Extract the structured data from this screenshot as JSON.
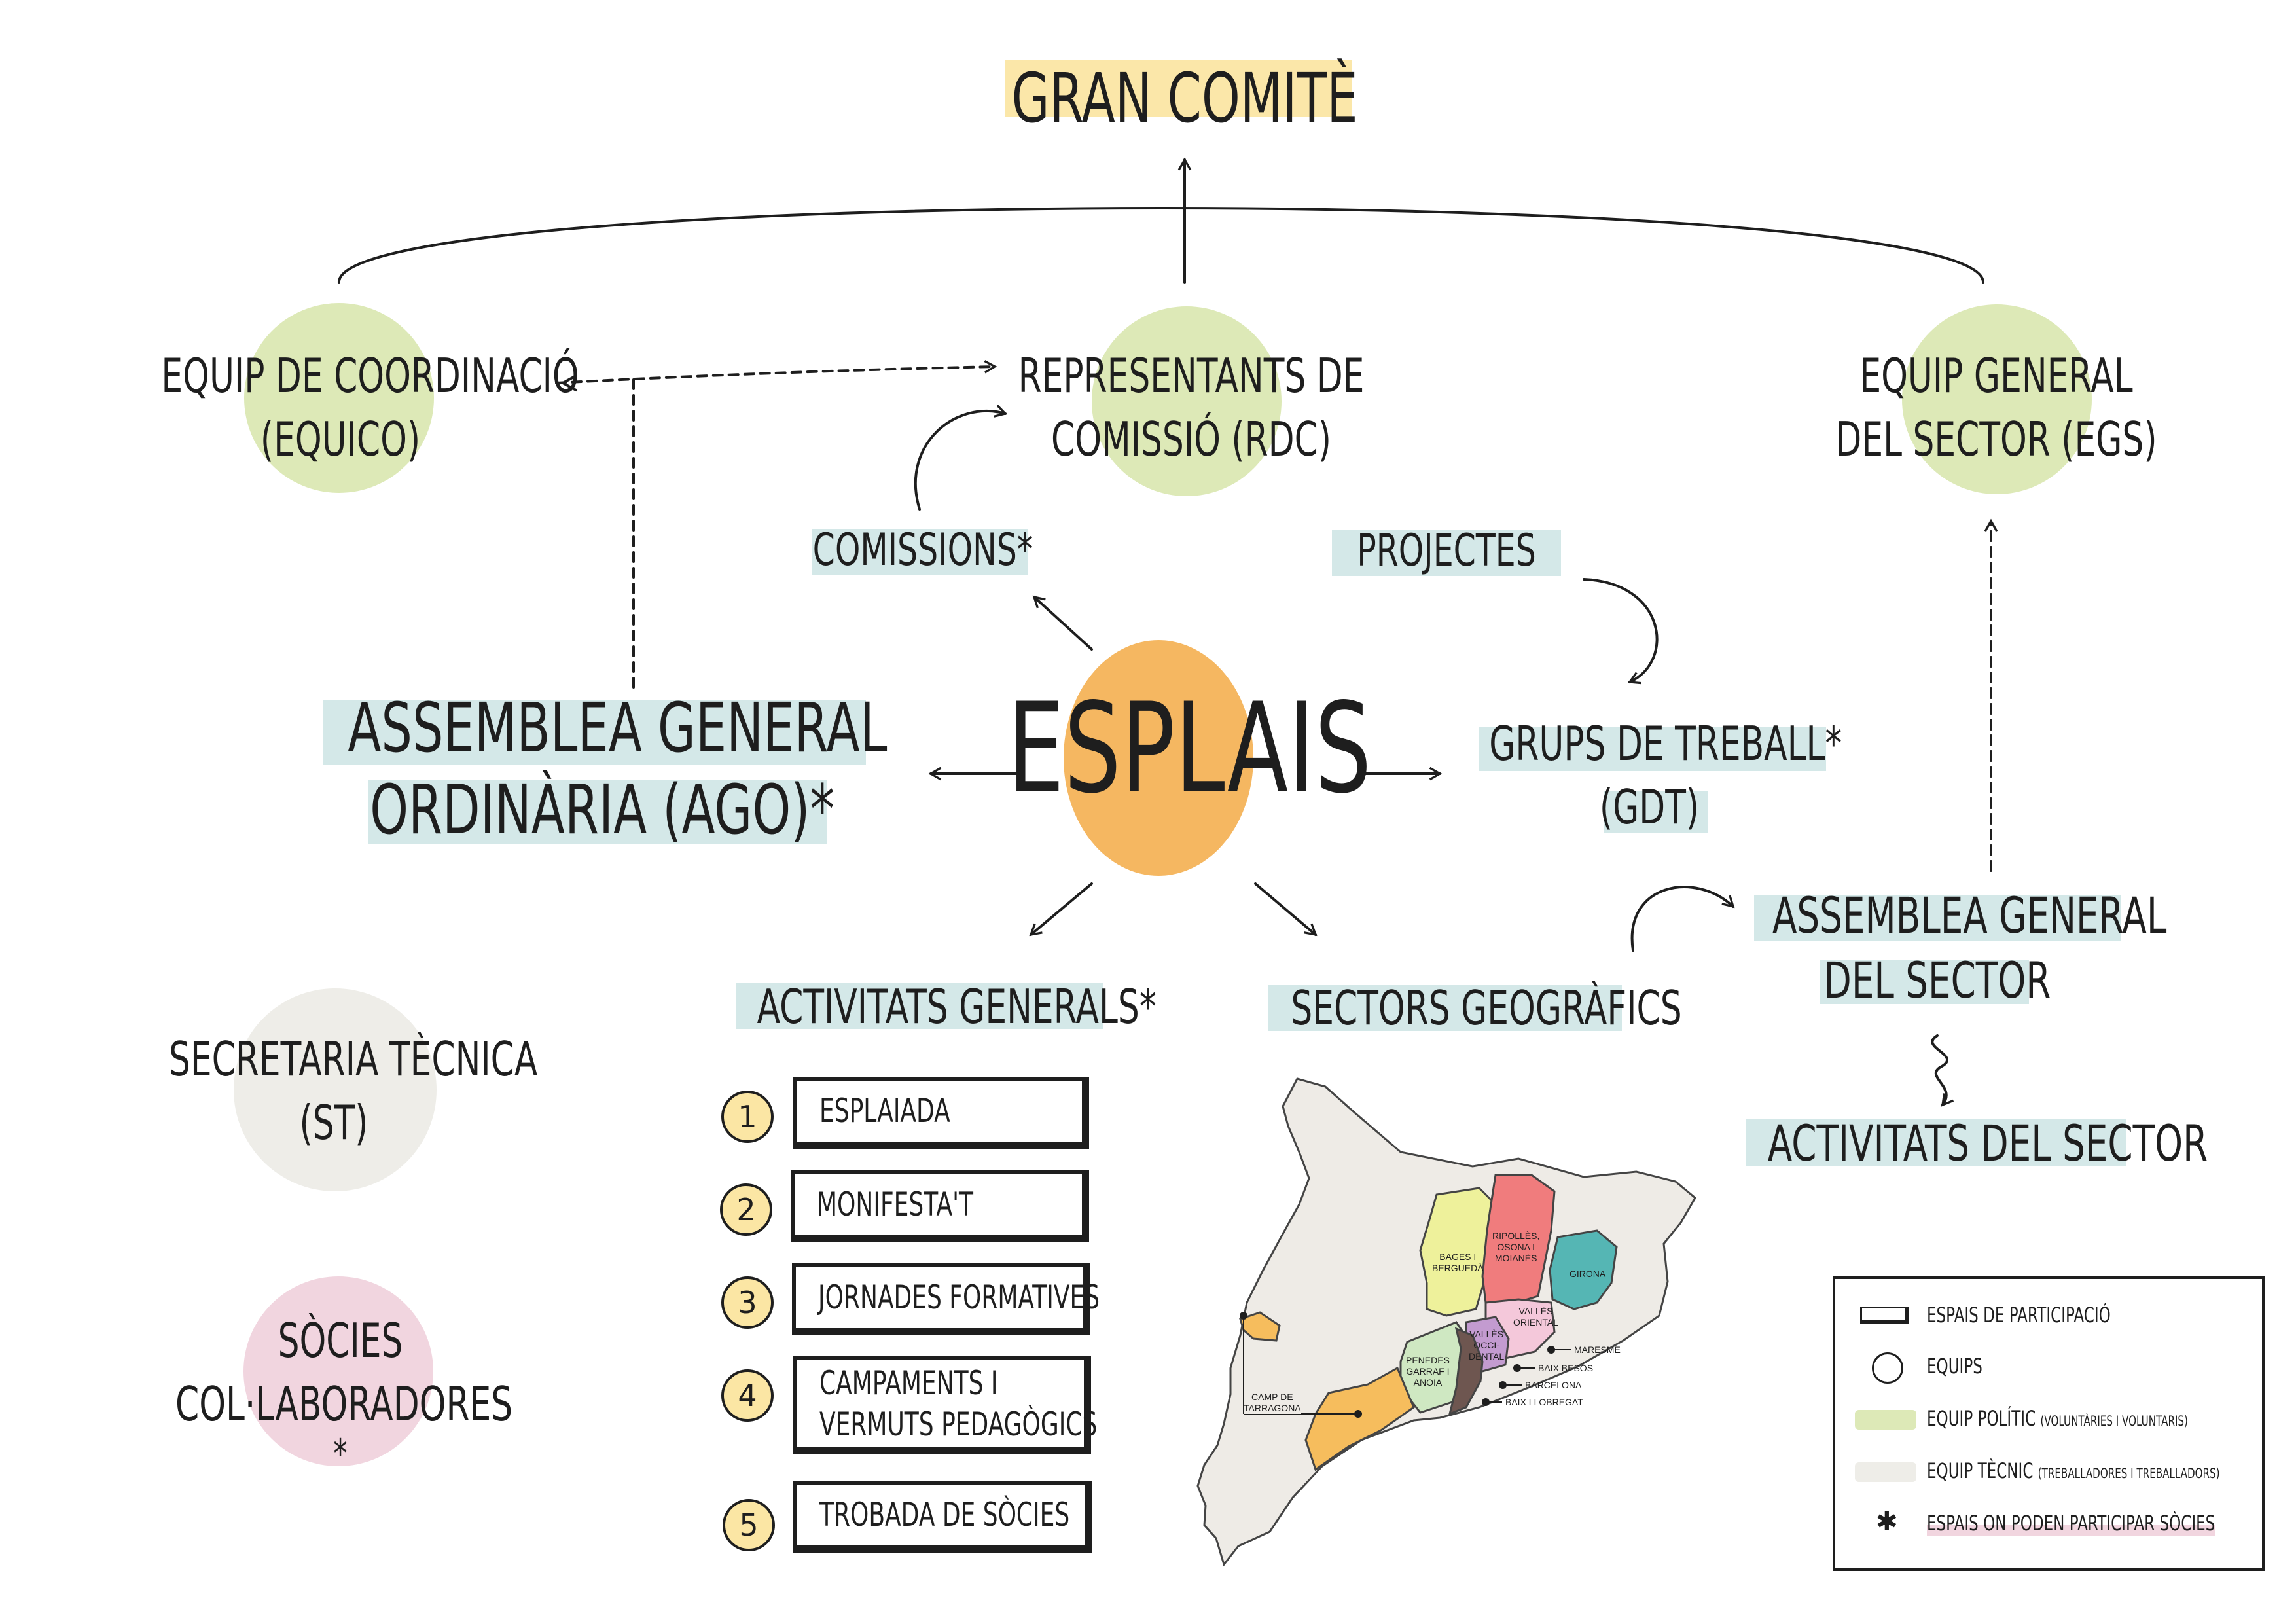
{
  "title": "GRAN COMITÈ",
  "center": "ESPLAIS",
  "teams": {
    "equico": [
      "EQUIP DE COORDINACIÓ",
      "(EQUICO)"
    ],
    "rdc": [
      "REPRESENTANTS DE",
      "COMISSIÓ (RDC)"
    ],
    "egs": [
      "EQUIP GENERAL",
      "DEL SECTOR (EGS)"
    ],
    "st": [
      "SECRETARIA TÈCNICA",
      "(ST)"
    ],
    "socies": [
      "SÒCIES",
      "COL·LABORADORES"
    ],
    "socies_mark": "*"
  },
  "spaces": {
    "comissions": "COMISSIONS*",
    "projectes": "PROJECTES",
    "ago": [
      "ASSEMBLEA GENERAL",
      "ORDINÀRIA (AGO)*"
    ],
    "gdt": [
      "GRUPS DE TREBALL*",
      "(GDT)"
    ],
    "activitats_generals": "ACTIVITATS GENERALS*",
    "sectors": "SECTORS GEOGRÀFICS",
    "assemblea_sector": [
      "ASSEMBLEA GENERAL",
      "DEL SECTOR"
    ],
    "activitats_sector": "ACTIVITATS DEL SECTOR"
  },
  "activities": [
    {
      "num": "1",
      "label": "ESPLAIADA"
    },
    {
      "num": "2",
      "label": "MONIFESTA'T"
    },
    {
      "num": "3",
      "label": "JORNADES FORMATIVES"
    },
    {
      "num": "4",
      "label": "CAMPAMENTS I",
      "label2": "VERMUTS PEDAGÒGICS"
    },
    {
      "num": "5",
      "label": "TROBADA DE SÒCIES"
    }
  ],
  "map_labels": {
    "bages": [
      "BAGES I",
      "BERGUEDÀ"
    ],
    "ripolles": [
      "RIPOLLÈS,",
      "OSONA I",
      "MOIANÈS"
    ],
    "girona": "GIRONA",
    "valles_oriental": [
      "VALLÈS",
      "ORIENTAL"
    ],
    "valles_occidental": [
      "VALLÈS",
      "OCCI-",
      "DENTAL"
    ],
    "penedes": [
      "PENEDÈS",
      "GARRAF I",
      "ANOIA"
    ],
    "maresme": "MARESME",
    "baix_besos": "BAIX BESÒS",
    "barcelona": "BARCELONA",
    "baix_llobregat": "BAIX LLOBREGAT",
    "camp_tarragona": [
      "CAMP DE",
      "TARRAGONA"
    ]
  },
  "legend": {
    "espais": "ESPAIS DE PARTICIPACIÓ",
    "equips": "EQUIPS",
    "politic": "EQUIP POLÍTIC",
    "politic_note": "(VOLUNTÀRIES I VOLUNTARIS)",
    "tecnic": "EQUIP TÈCNIC",
    "tecnic_note": "(TREBALLADORES I TREBALLADORS)",
    "socies": "ESPAIS ON PODEN PARTICIPAR SÒCIES"
  },
  "colors": {
    "politic_green": "#dde9b7",
    "tecnic_grey": "#eeede8",
    "socies_pink": "#f1d5df",
    "esplais_orange": "#f5b761",
    "space_teal": "#d4e8e8",
    "title_yellow": "#fbe7a9"
  }
}
